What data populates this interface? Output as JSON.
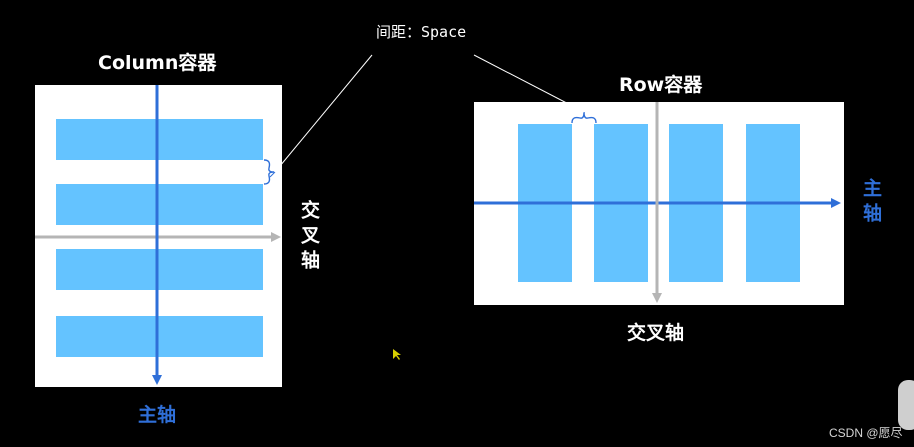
{
  "space_label": "间距：Space",
  "column": {
    "title": "Column容器",
    "main_axis": "主轴",
    "cross_axis": "交叉轴"
  },
  "row": {
    "title": "Row容器",
    "main_axis": "主轴",
    "cross_axis": "交叉轴"
  },
  "watermark": "CSDN @愿尽",
  "colors": {
    "background": "#000000",
    "panel": "#ffffff",
    "item": "#64c3ff",
    "main_axis": "#2f6fd8",
    "cross_axis": "#b5b5b5",
    "axis_label": "#2f6fd8",
    "connector": "#ffffff"
  }
}
